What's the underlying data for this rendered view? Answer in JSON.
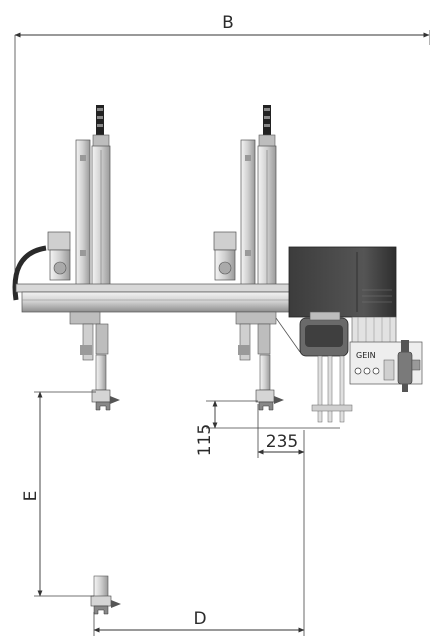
{
  "dimensions": {
    "b": "B",
    "e": "E",
    "d": "D",
    "v115": "115",
    "v235": "235"
  },
  "panel": {
    "brand": "GEIN"
  },
  "colors": {
    "line": "#3a3a3a",
    "metal_light": "#e6e6e6",
    "metal_mid": "#bdbdbd",
    "metal_dark": "#7a7a7a",
    "cabinet": "#4b4b4b",
    "cable": "#2a2a2a"
  }
}
